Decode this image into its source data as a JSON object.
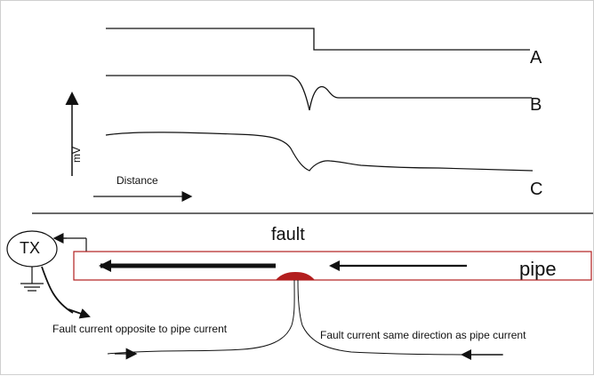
{
  "traces": {
    "a_label": "A",
    "b_label": "B",
    "c_label": "C"
  },
  "axes": {
    "y_label": "mV",
    "x_label": "Distance"
  },
  "diagram": {
    "fault_label": "fault",
    "pipe_label": "pipe",
    "tx_label": "TX",
    "left_caption": "Fault current opposite to pipe current",
    "right_caption": "Fault current same direction as pipe current"
  },
  "colors": {
    "pipe_outline": "#b21f1f",
    "fault_blob": "#b31e1e",
    "ink": "#111111"
  },
  "icons": {
    "ground": "ground-symbol-icon"
  }
}
